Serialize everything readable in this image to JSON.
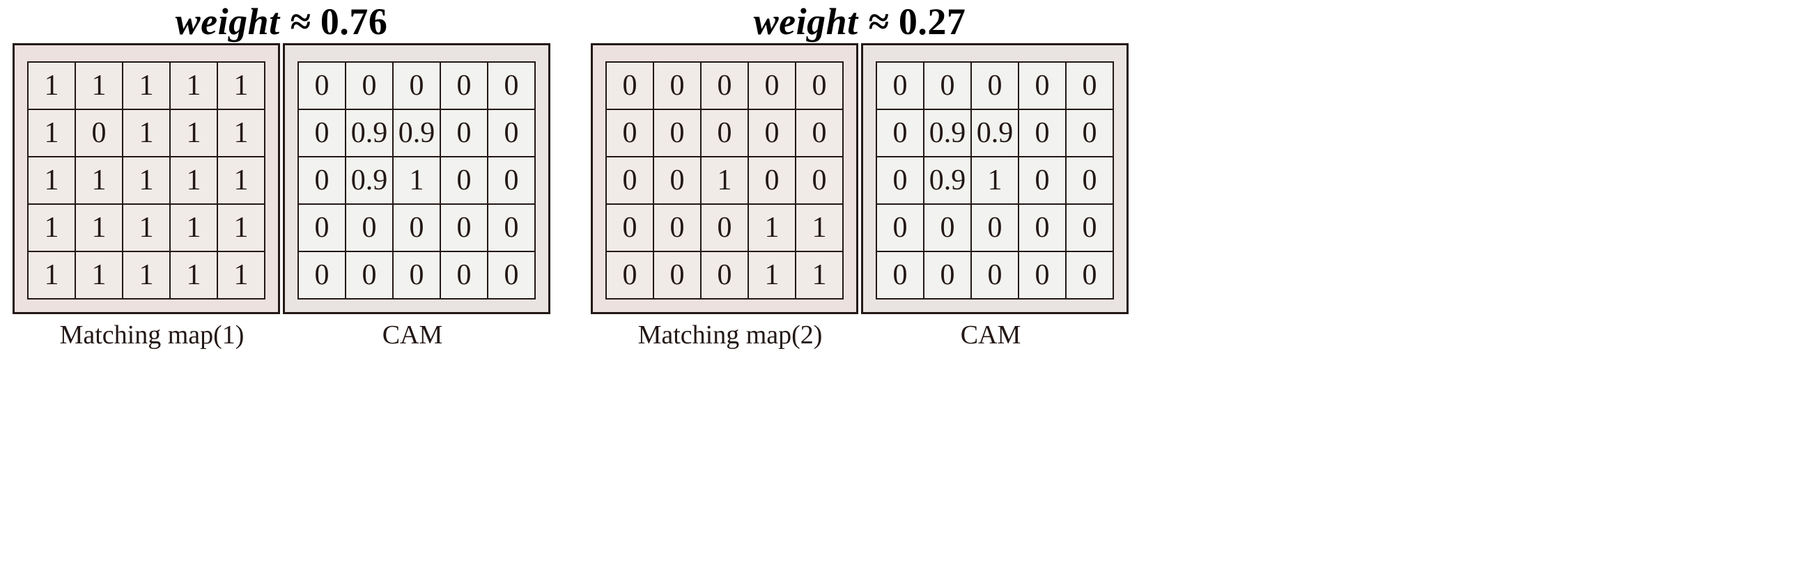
{
  "figure": {
    "type": "diagram",
    "description": "Two weighted matching-map / CAM grid pairs"
  },
  "groups": [
    {
      "weight_prefix": "weight",
      "weight_approx": " ≈ ",
      "weight_value": "0.76",
      "matching_map": {
        "caption": "Matching map(1)",
        "rows": [
          [
            "1",
            "1",
            "1",
            "1",
            "1"
          ],
          [
            "1",
            "0",
            "1",
            "1",
            "1"
          ],
          [
            "1",
            "1",
            "1",
            "1",
            "1"
          ],
          [
            "1",
            "1",
            "1",
            "1",
            "1"
          ],
          [
            "1",
            "1",
            "1",
            "1",
            "1"
          ]
        ]
      },
      "cam": {
        "caption": "CAM",
        "rows": [
          [
            "0",
            "0",
            "0",
            "0",
            "0"
          ],
          [
            "0",
            "0.9",
            "0.9",
            "0",
            "0"
          ],
          [
            "0",
            "0.9",
            "1",
            "0",
            "0"
          ],
          [
            "0",
            "0",
            "0",
            "0",
            "0"
          ],
          [
            "0",
            "0",
            "0",
            "0",
            "0"
          ]
        ]
      }
    },
    {
      "weight_prefix": "weight",
      "weight_approx": " ≈ ",
      "weight_value": "0.27",
      "matching_map": {
        "caption": "Matching map(2)",
        "rows": [
          [
            "0",
            "0",
            "0",
            "0",
            "0"
          ],
          [
            "0",
            "0",
            "0",
            "0",
            "0"
          ],
          [
            "0",
            "0",
            "1",
            "0",
            "0"
          ],
          [
            "0",
            "0",
            "0",
            "1",
            "1"
          ],
          [
            "0",
            "0",
            "0",
            "1",
            "1"
          ]
        ]
      },
      "cam": {
        "caption": "CAM",
        "rows": [
          [
            "0",
            "0",
            "0",
            "0",
            "0"
          ],
          [
            "0",
            "0.9",
            "0.9",
            "0",
            "0"
          ],
          [
            "0",
            "0.9",
            "1",
            "0",
            "0"
          ],
          [
            "0",
            "0",
            "0",
            "0",
            "0"
          ],
          [
            "0",
            "0",
            "0",
            "0",
            "0"
          ]
        ]
      }
    }
  ],
  "colors": {
    "matching_panel_bg": "#ece1de",
    "matching_cell_bg": "#f0ebe6",
    "cam_panel_bg": "#e9e4e1",
    "cam_cell_bg": "#f2f2f0",
    "border": "#231815",
    "text": "#231815",
    "page_bg": "#ffffff"
  }
}
